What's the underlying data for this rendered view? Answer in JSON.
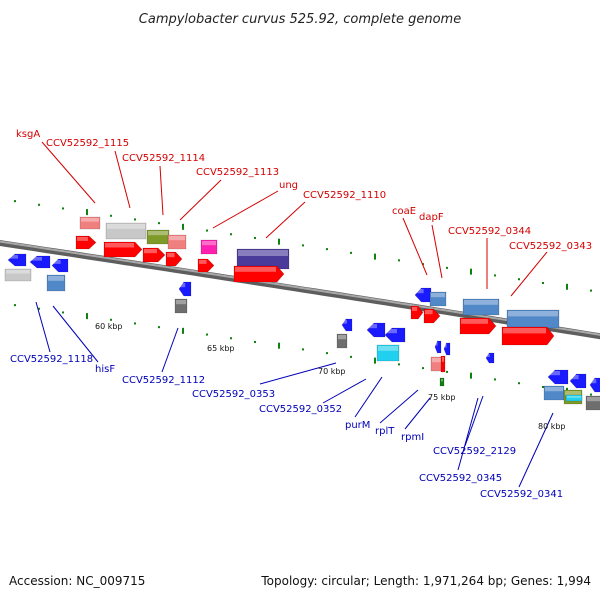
{
  "title": "Campylobacter curvus 525.92, complete genome",
  "footer": {
    "accession": "Accession: NC_009715",
    "topology": "Topology: circular; Length: 1,971,264 bp; Genes: 1,994"
  },
  "colors": {
    "top_label": "#d40000",
    "bottom_label": "#0000b8",
    "backbone": "#7a7a7a",
    "tick": "#108010"
  },
  "scale_ticks": [
    {
      "label": "60 kbp"
    },
    {
      "label": "65 kbp"
    },
    {
      "label": "70 kbp"
    },
    {
      "label": "75 kbp"
    },
    {
      "label": "80 kbp"
    }
  ],
  "top_labels": [
    {
      "text": "ksgA"
    },
    {
      "text": "CCV52592_1115"
    },
    {
      "text": "CCV52592_1114"
    },
    {
      "text": "CCV52592_1113"
    },
    {
      "text": "ung"
    },
    {
      "text": "CCV52592_1110"
    },
    {
      "text": "coaE"
    },
    {
      "text": "dapF"
    },
    {
      "text": "CCV52592_0344"
    },
    {
      "text": "CCV52592_0343"
    }
  ],
  "bottom_labels": [
    {
      "text": "CCV52592_1118"
    },
    {
      "text": "hisF"
    },
    {
      "text": "CCV52592_1112"
    },
    {
      "text": "CCV52592_0353"
    },
    {
      "text": "CCV52592_0352"
    },
    {
      "text": "purM"
    },
    {
      "text": "rplT"
    },
    {
      "text": "rpmI"
    },
    {
      "text": "CCV52592_2129"
    },
    {
      "text": "CCV52592_0345"
    },
    {
      "text": "CCV52592_0341"
    }
  ]
}
